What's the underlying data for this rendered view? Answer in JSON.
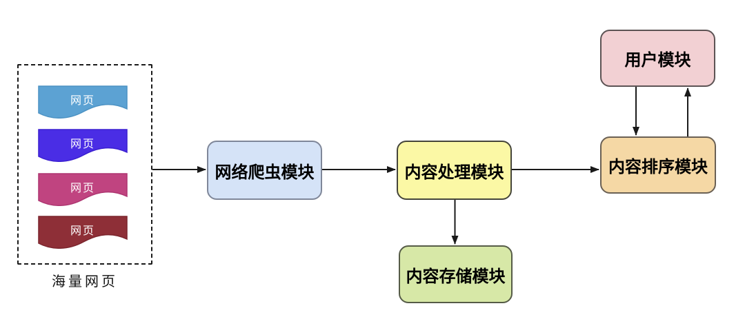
{
  "diagram": {
    "background": "#ffffff",
    "arrow_color": "#1a1a1a",
    "source_group": {
      "label": "海量网页",
      "documents": [
        {
          "label": "网页",
          "fill": "#5CA2D3",
          "stroke": "#4C92C3"
        },
        {
          "label": "网页",
          "fill": "#4A2DE5",
          "stroke": "#3A1FD0"
        },
        {
          "label": "网页",
          "fill": "#C04480",
          "stroke": "#AD3570"
        },
        {
          "label": "网页",
          "fill": "#8E2F37",
          "stroke": "#7B252D"
        }
      ]
    },
    "nodes": {
      "crawler": {
        "label": "网络爬虫模块",
        "fill": "#D5E3F7",
        "border": "#7F8799"
      },
      "processing": {
        "label": "内容处理模块",
        "fill": "#FBF8A5",
        "border": "#45453A"
      },
      "storage": {
        "label": "内容存储模块",
        "fill": "#D7E8A7",
        "border": "#555B47"
      },
      "ranking": {
        "label": "内容排序模块",
        "fill": "#F5D8A5",
        "border": "#6A6054"
      },
      "user": {
        "label": "用户模块",
        "fill": "#F2D0D3",
        "border": "#5C5354"
      }
    },
    "edges": [
      {
        "from": "海量网页",
        "to": "网络爬虫模块",
        "direction": "right"
      },
      {
        "from": "网络爬虫模块",
        "to": "内容处理模块",
        "direction": "right"
      },
      {
        "from": "内容处理模块",
        "to": "内容排序模块",
        "direction": "right"
      },
      {
        "from": "内容处理模块",
        "to": "内容存储模块",
        "direction": "down"
      },
      {
        "from": "用户模块",
        "to": "内容排序模块",
        "direction": "down"
      },
      {
        "from": "内容排序模块",
        "to": "用户模块",
        "direction": "up"
      }
    ]
  }
}
